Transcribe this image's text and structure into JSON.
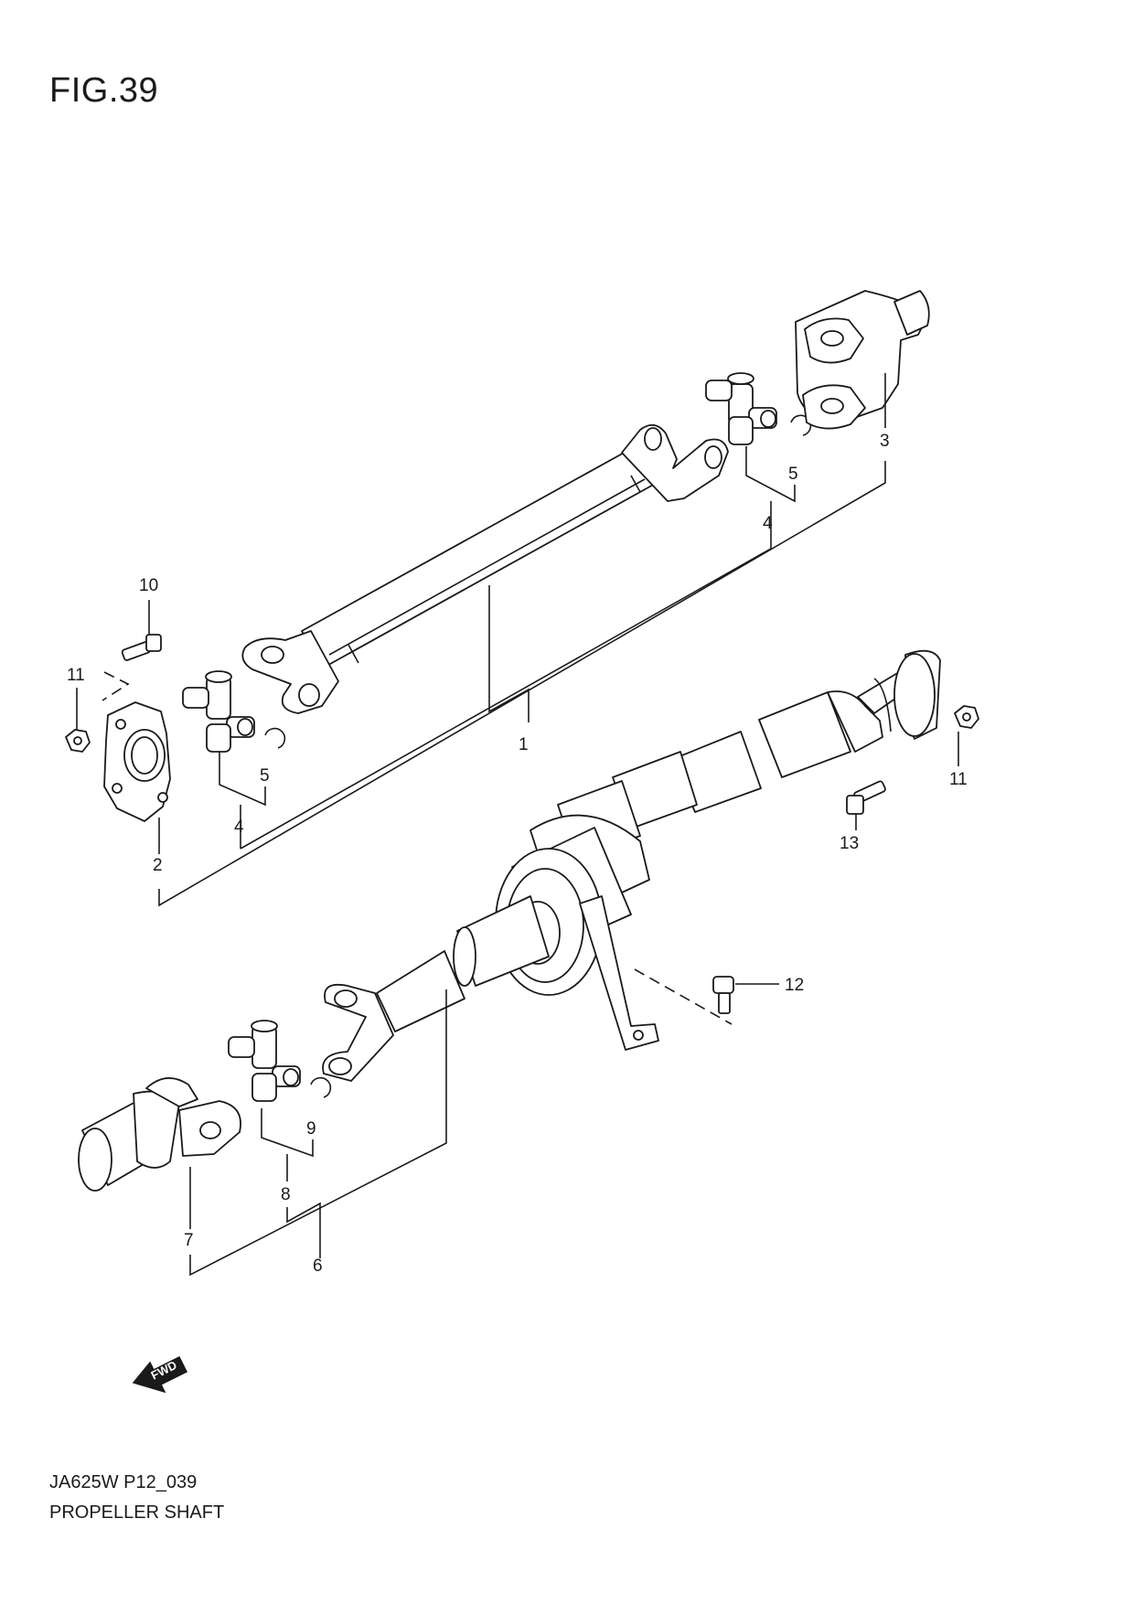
{
  "figure": {
    "title": "FIG.39",
    "code": "JA625W P12_039",
    "caption": "PROPELLER SHAFT",
    "direction_label": "FWD"
  },
  "callouts": [
    "1",
    "2",
    "3",
    "4",
    "4",
    "5",
    "5",
    "6",
    "7",
    "8",
    "9",
    "10",
    "11",
    "11",
    "12",
    "13"
  ]
}
